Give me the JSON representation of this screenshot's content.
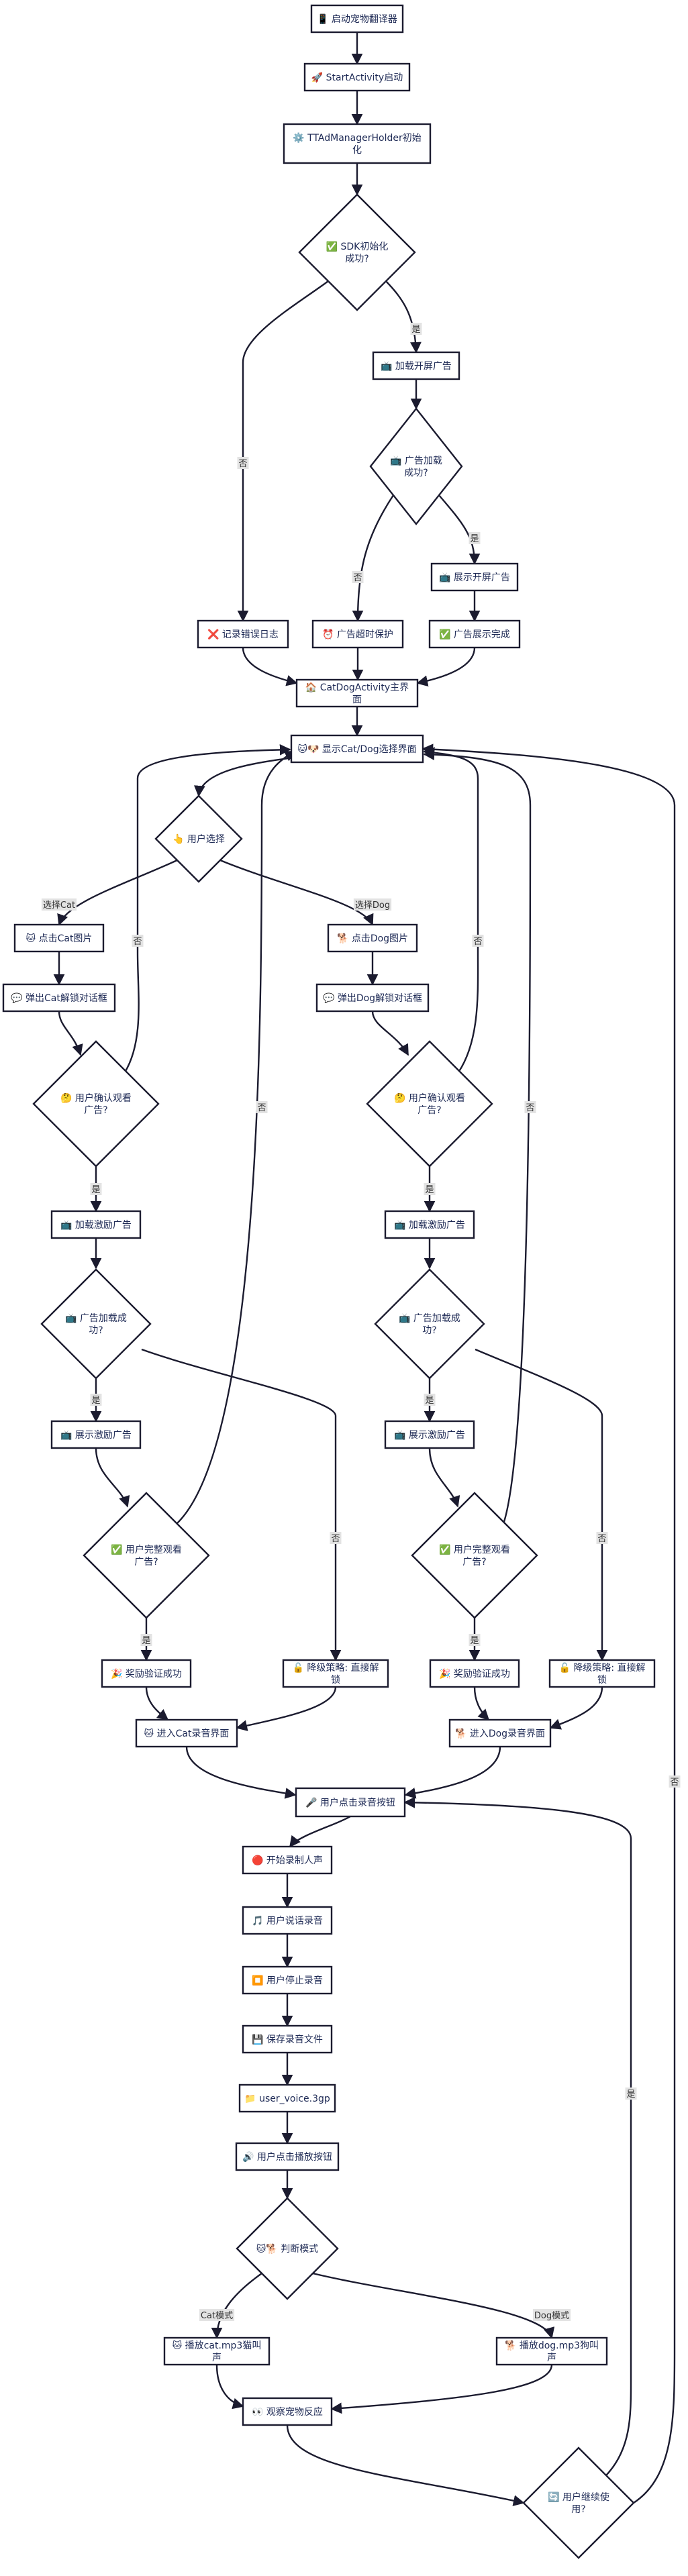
{
  "nodes": {
    "start": "📱 启动宠物翻译器",
    "start_activity": "🚀 StartActivity启动",
    "init_holder": "⚙️ TTAdManagerHolder初始化",
    "sdk_ok": "✅ SDK初始化成功?",
    "load_splash": "📺 加载开屏广告",
    "splash_loaded": "📺 广告加载成功?",
    "show_splash": "📺 展示开屏广告",
    "log_error": "❌ 记录错误日志",
    "timeout_protect": "⏰ 广告超时保护",
    "splash_done": "✅ 广告展示完成",
    "main_activity": "🏠 CatDogActivity主界面",
    "choose_screen": "🐱🐶 显示Cat/Dog选择界面",
    "user_choose": "👆 用户选择",
    "click_cat": "🐱 点击Cat图片",
    "click_dog": "🐕 点击Dog图片",
    "cat_dialog": "💬 弹出Cat解锁对话框",
    "dog_dialog": "💬 弹出Dog解锁对话框",
    "cat_confirm": "🤔 用户确认观看广告?",
    "dog_confirm": "🤔 用户确认观看广告?",
    "cat_load_reward": "📺 加载激励广告",
    "dog_load_reward": "📺 加载激励广告",
    "cat_reward_loaded": "📺 广告加载成功?",
    "dog_reward_loaded": "📺 广告加载成功?",
    "cat_show_reward": "📺 展示激励广告",
    "dog_show_reward": "📺 展示激励广告",
    "cat_watched": "✅ 用户完整观看广告?",
    "dog_watched": "✅ 用户完整观看广告?",
    "cat_reward_ok": "🎉 奖励验证成功",
    "cat_fallback": "🔓 降级策略: 直接解锁",
    "dog_reward_ok": "🎉 奖励验证成功",
    "dog_fallback": "🔓 降级策略: 直接解锁",
    "cat_record_ui": "🐱 进入Cat录音界面",
    "dog_record_ui": "🐕 进入Dog录音界面",
    "press_record": "🎤 用户点击录音按钮",
    "start_record": "🔴 开始录制人声",
    "user_speak": "🎵 用户说话录音",
    "stop_record": "⏹️ 用户停止录音",
    "save_file": "💾 保存录音文件",
    "voice_file": "📁 user_voice.3gp",
    "press_play": "🔊 用户点击播放按钮",
    "judge_mode": "🐱🐕 判断模式",
    "play_cat": "🐱 播放cat.mp3猫叫声",
    "play_dog": "🐕 播放dog.mp3狗叫声",
    "observe": "👀 观察宠物反应",
    "continue": "🔄 用户继续使用?"
  },
  "edge_labels": {
    "yes": "是",
    "no": "否",
    "choose_cat": "选择Cat",
    "choose_dog": "选择Dog",
    "cat_mode": "Cat模式",
    "dog_mode": "Dog模式"
  },
  "colors": {
    "node_border": "#1b1b2f",
    "node_text": "#1e2a55",
    "edge": "#1b1b2f",
    "edge_label_bg": "#e3e3e3",
    "background": "#ffffff"
  }
}
